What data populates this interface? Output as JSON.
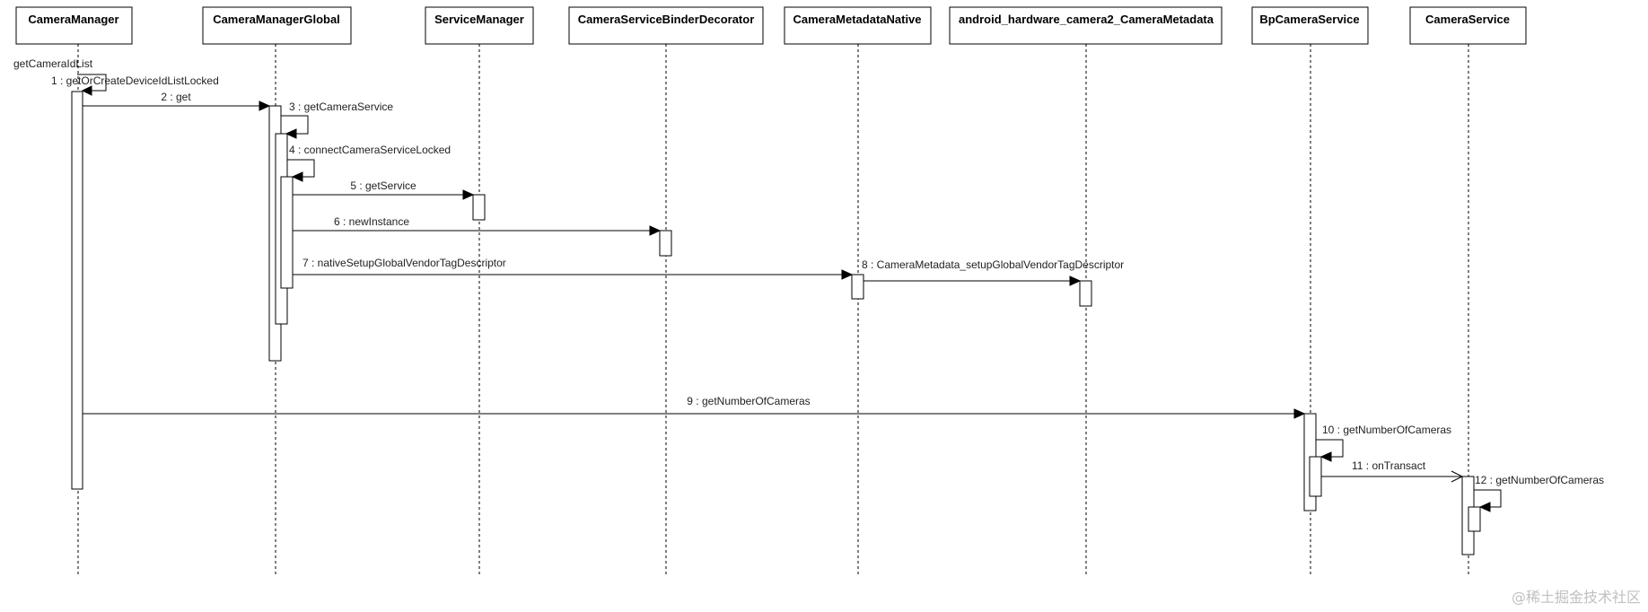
{
  "diagram": {
    "lifelines": [
      {
        "id": "cm",
        "name": "CameraManager"
      },
      {
        "id": "cmg",
        "name": "CameraManagerGlobal"
      },
      {
        "id": "sm",
        "name": "ServiceManager"
      },
      {
        "id": "csbd",
        "name": "CameraServiceBinderDecorator"
      },
      {
        "id": "cmn",
        "name": "CameraMetadataNative"
      },
      {
        "id": "ahcc",
        "name": "android_hardware_camera2_CameraMetadata"
      },
      {
        "id": "bpcs",
        "name": "BpCameraService"
      },
      {
        "id": "cs",
        "name": "CameraService"
      }
    ],
    "entry_message": {
      "label": "getCameraIdList",
      "to": "cm"
    },
    "messages": [
      {
        "label": "1 : getOrCreateDeviceIdListLocked",
        "from": "cm",
        "to": "cm"
      },
      {
        "label": "2 : get",
        "from": "cm",
        "to": "cmg"
      },
      {
        "label": "3 : getCameraService",
        "from": "cmg",
        "to": "cmg"
      },
      {
        "label": "4 : connectCameraServiceLocked",
        "from": "cmg",
        "to": "cmg"
      },
      {
        "label": "5 : getService",
        "from": "cmg",
        "to": "sm"
      },
      {
        "label": "6 : newInstance",
        "from": "cmg",
        "to": "csbd"
      },
      {
        "label": "7 : nativeSetupGlobalVendorTagDescriptor",
        "from": "cmg",
        "to": "cmn"
      },
      {
        "label": "8 : CameraMetadata_setupGlobalVendorTagDescriptor",
        "from": "cmn",
        "to": "ahcc"
      },
      {
        "label": "9 : getNumberOfCameras",
        "from": "cm",
        "to": "bpcs"
      },
      {
        "label": "10 : getNumberOfCameras",
        "from": "bpcs",
        "to": "bpcs"
      },
      {
        "label": "11 : onTransact",
        "from": "bpcs",
        "to": "cs",
        "async": true
      },
      {
        "label": "12 : getNumberOfCameras",
        "from": "cs",
        "to": "cs"
      }
    ]
  },
  "watermark": "@稀土掘金技术社区"
}
